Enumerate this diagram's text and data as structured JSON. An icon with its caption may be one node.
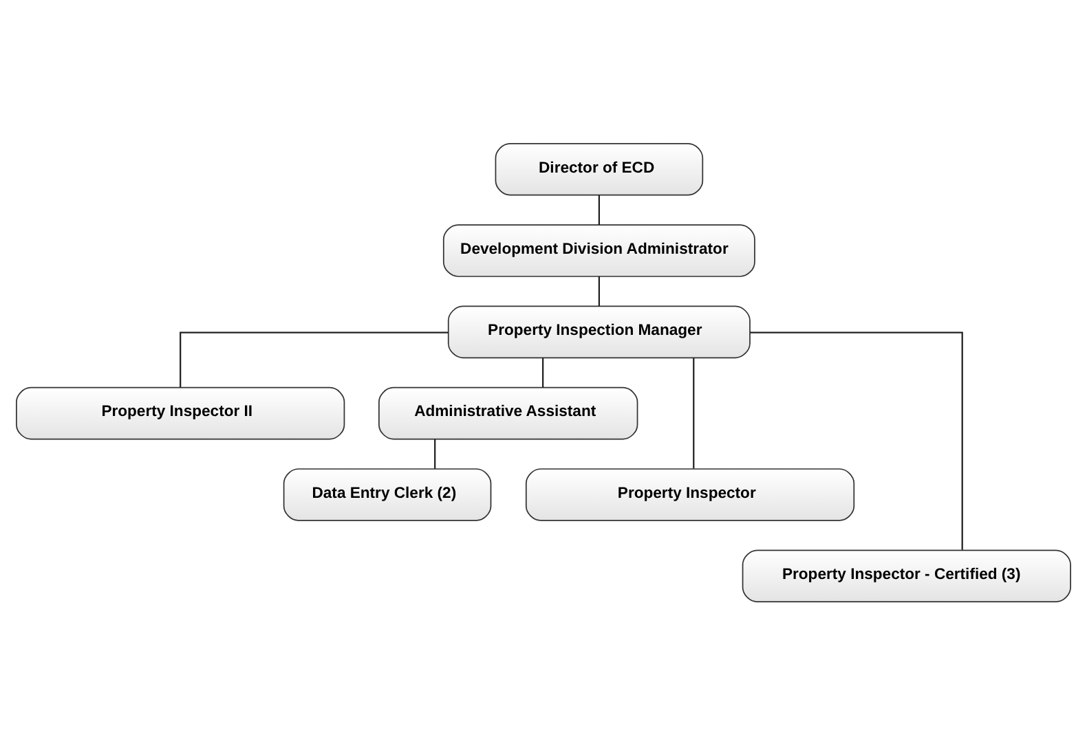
{
  "diagram": {
    "nodes": [
      {
        "text": [
          "Director of ECD"
        ]
      },
      {
        "text": [
          "Development Division Administrator"
        ]
      },
      {
        "text": [
          "Property Inspection Manager"
        ]
      },
      {
        "text": [
          "Property Inspector II"
        ]
      },
      {
        "text": [
          "Administrative Assistant"
        ]
      },
      {
        "text": [
          "Property Inspector"
        ]
      },
      {
        "text": [
          "Data Entry Clerk (2)"
        ]
      },
      {
        "text": [
          "Property Inspector - Certified (3)"
        ]
      }
    ],
    "edges": [
      {
        "from": 0,
        "to": 1,
        "arrow": "none"
      },
      {
        "from": 1,
        "to": 2,
        "arrow": "none"
      },
      {
        "from": 2,
        "to": 3,
        "arrow": "none"
      },
      {
        "from": 2,
        "to": 4,
        "arrow": "none"
      },
      {
        "from": 2,
        "to": 5,
        "arrow": "none"
      },
      {
        "from": 2,
        "to": 7,
        "arrow": "none"
      },
      {
        "from": 4,
        "to": 6,
        "arrow": "none"
      }
    ]
  }
}
